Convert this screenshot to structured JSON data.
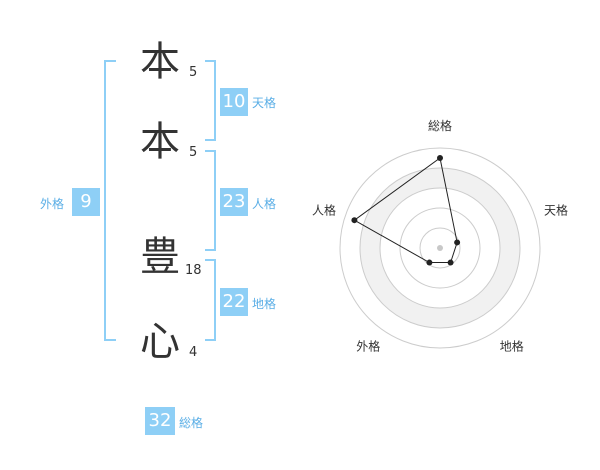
{
  "name_chars": [
    {
      "char": "本",
      "strokes": "5"
    },
    {
      "char": "本",
      "strokes": "5"
    },
    {
      "char": "豊",
      "strokes": "18"
    },
    {
      "char": "心",
      "strokes": "4"
    }
  ],
  "fortunes": {
    "tenkaku": {
      "label": "天格",
      "value": "10"
    },
    "jinkaku": {
      "label": "人格",
      "value": "23"
    },
    "chikaku": {
      "label": "地格",
      "value": "22"
    },
    "gaikaku": {
      "label": "外格",
      "value": "9"
    },
    "soukaku": {
      "label": "総格",
      "value": "32"
    }
  },
  "colors": {
    "accent": "#8ecff6",
    "label": "#5aaee6",
    "text": "#333333"
  },
  "chart_data": {
    "type": "radar",
    "axes": [
      "総格",
      "天格",
      "地格",
      "外格",
      "人格"
    ],
    "scale_max": 5,
    "rings": 5,
    "values": [
      5,
      1,
      1,
      1,
      5
    ]
  }
}
